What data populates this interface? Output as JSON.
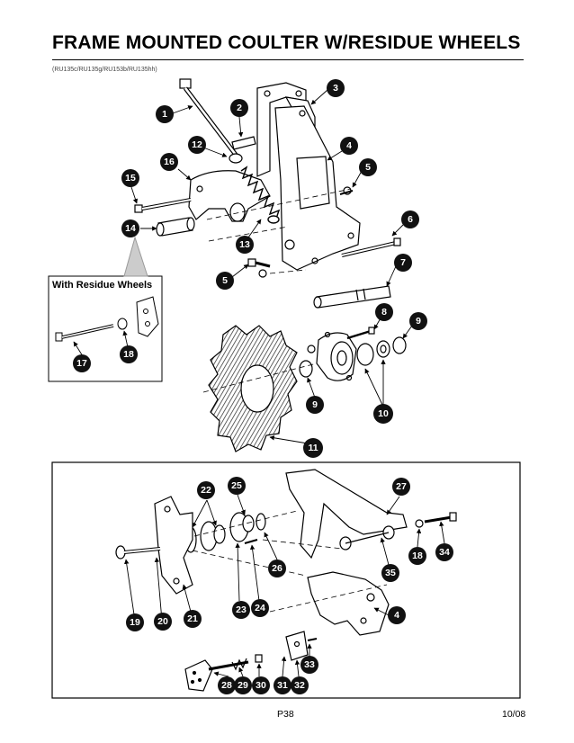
{
  "header": {
    "title": "FRAME MOUNTED COULTER W/RESIDUE WHEELS",
    "models": "(RU135c/RU135g/RU153b/RU135hh)"
  },
  "inset": {
    "label": "With Residue Wheels"
  },
  "callouts": {
    "c1": "1",
    "c2": "2",
    "c3": "3",
    "c4": "4",
    "c5a": "5",
    "c5b": "5",
    "c6": "6",
    "c7": "7",
    "c8": "8",
    "c9a": "9",
    "c9b": "9",
    "c10": "10",
    "c11": "11",
    "c12": "12",
    "c13": "13",
    "c14": "14",
    "c15": "15",
    "c16": "16",
    "c17": "17",
    "c18": "18",
    "c19": "19",
    "c20": "20",
    "c21": "21",
    "c22": "22",
    "c23": "23",
    "c24": "24",
    "c25": "25",
    "c26": "26",
    "c27": "27",
    "c28": "28",
    "c29": "29",
    "c30": "30",
    "c31": "31",
    "c32": "32",
    "c33": "33",
    "c34": "34",
    "c35": "35",
    "c18b": "18",
    "c4b": "4"
  },
  "footer": {
    "page": "P38",
    "date": "10/08"
  }
}
